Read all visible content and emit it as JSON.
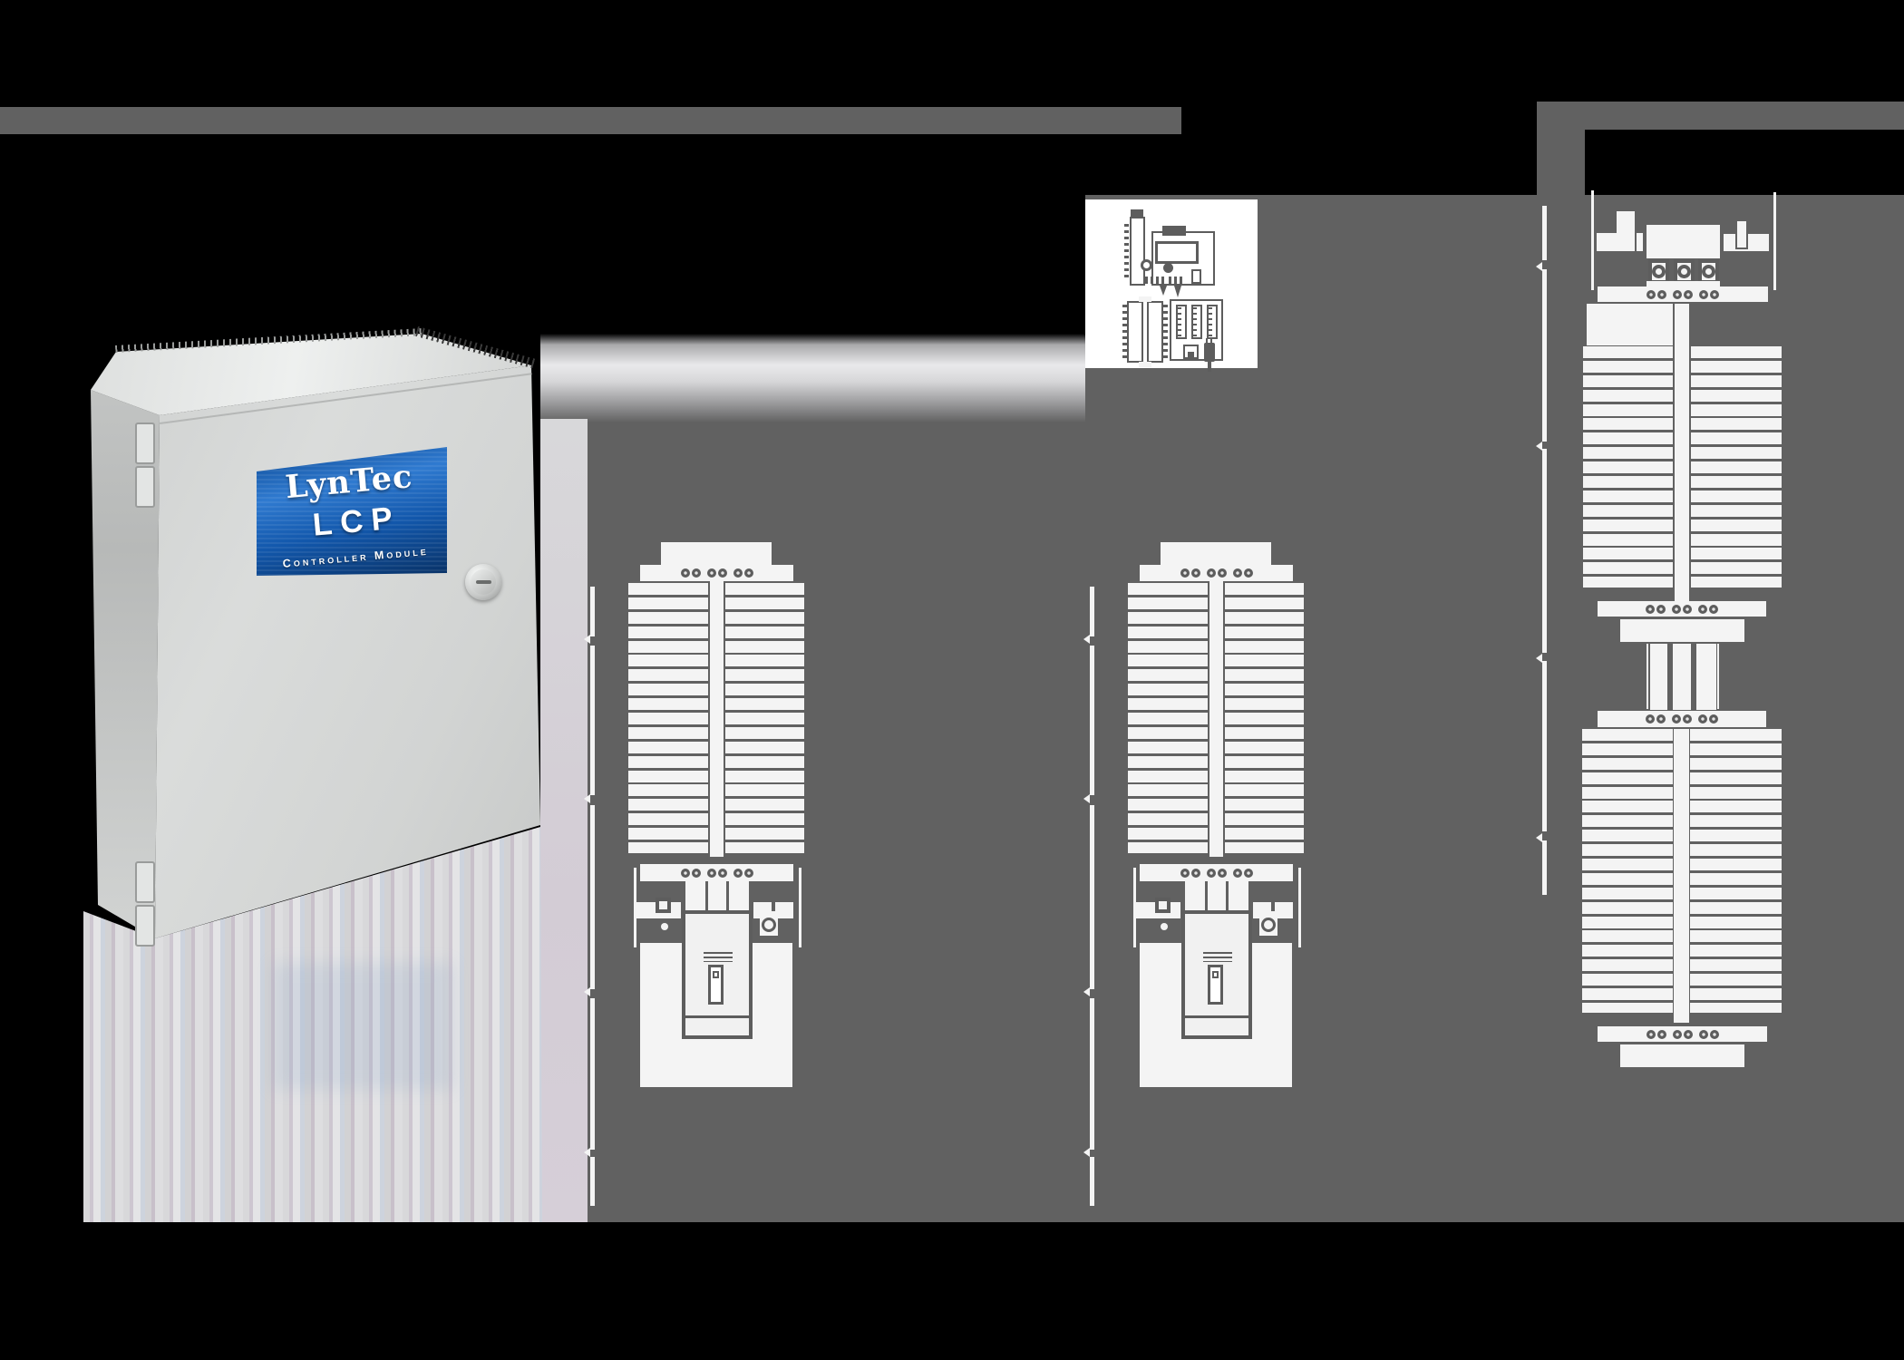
{
  "enclosure": {
    "brand": "LynTec",
    "model": "LCP",
    "subtitle": "Controller Module",
    "hinge_plates": 4,
    "lock": "keyed-cam-lock"
  },
  "controller_kit": {
    "name": "controller-board-kit",
    "components": [
      "cpu-daughterboard",
      "display-board",
      "lcd-screen",
      "piezo-buzzers",
      "pin-headers",
      "din-terminal-strip",
      "relay-bank",
      "rj45-jack",
      "power-plug"
    ],
    "relay_slots": 3
  },
  "panels": {
    "panel_a": {
      "type": "single-tub panelboard interior",
      "rows_per_column": 19,
      "lug_screws_per_bar": 6,
      "main_breaker_toggles": 1
    },
    "panel_b": {
      "type": "single-tub panelboard interior",
      "rows_per_column": 19,
      "lug_screws_per_bar": 6,
      "main_breaker_toggles": 1
    },
    "panel_c": {
      "type": "double-tub panelboard interior",
      "upper_rows_per_column": 17,
      "lower_rows_per_column": 20,
      "lug_screws_per_bar": 6,
      "feed_breakers": 3
    }
  },
  "colors": {
    "background": "#000000",
    "field_gray": "#616161",
    "diagram_white": "#f4f4f4",
    "outline_gray": "#5d5d5d",
    "label_blue_bright": "#2f7ad0",
    "label_blue_dark": "#083165",
    "enclosure_metal": "#d2d4d3",
    "reflection_silver": "#d9d9db",
    "reflection_lavender": "#d5cfd7"
  }
}
